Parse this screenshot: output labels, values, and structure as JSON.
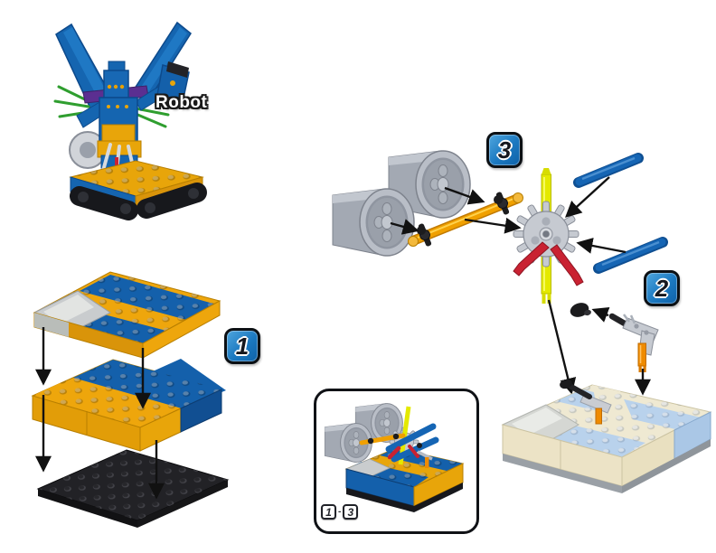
{
  "model": {
    "name": "Robot"
  },
  "steps": [
    {
      "number": "1"
    },
    {
      "number": "2"
    },
    {
      "number": "3"
    }
  ],
  "inset": {
    "from": "1",
    "separator": "-",
    "to": "3"
  },
  "colors": {
    "badge_blue": "#1b78c0",
    "badge_border": "#0c1014",
    "brick_yellow": "#eea60c",
    "brick_blue": "#1460ab",
    "baseplate_black": "#1e1e20",
    "part_gray": "#b9bec7",
    "rod_yellow": "#e4e900",
    "rod_blue": "#1565b4",
    "axle_orange": "#f0a000",
    "rod_orange": "#ef8b00",
    "connector_red": "#c92232",
    "connector_black": "#1c1c1e",
    "ghost_cream": "#efe9d2",
    "ghost_blue": "#b9d2ec",
    "arrow": "#111111"
  }
}
